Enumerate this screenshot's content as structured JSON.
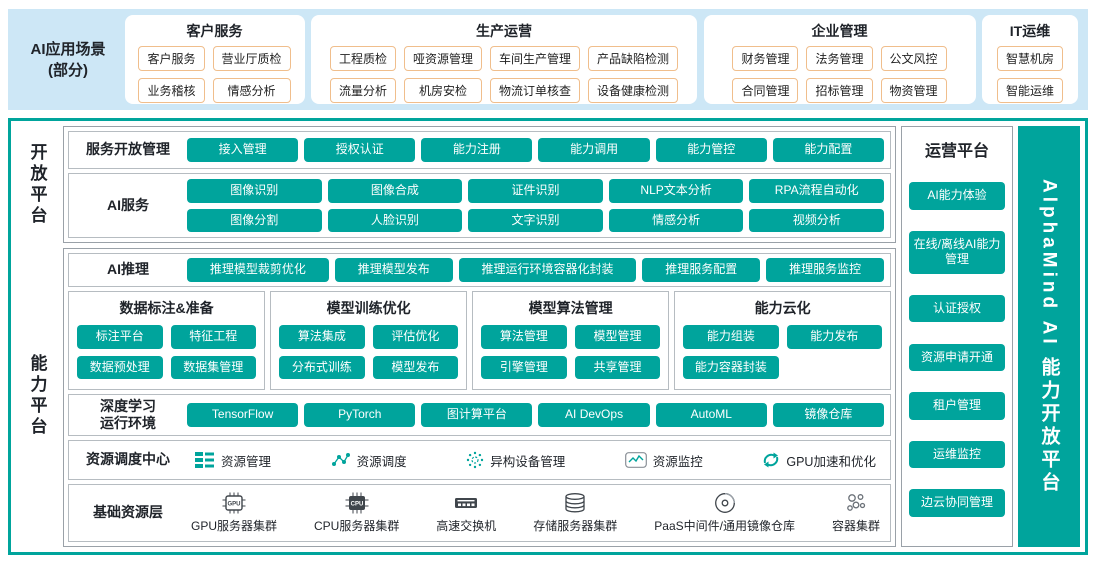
{
  "colors": {
    "teal": "#00a49c",
    "top_panel_bg": "#cde7f6",
    "top_button_border": "#f0be8c"
  },
  "top": {
    "title": "AI应用场景\n(部分)",
    "groups": [
      {
        "title": "客户服务",
        "items": [
          "客户服务",
          "营业厅质检",
          "业务稽核",
          "情感分析"
        ]
      },
      {
        "title": "生产运营",
        "items": [
          "工程质检",
          "哑资源管理",
          "车间生产管理",
          "产品缺陷检测",
          "流量分析",
          "机房安检",
          "物流订单核查",
          "设备健康检测"
        ]
      },
      {
        "title": "企业管理",
        "items": [
          "财务管理",
          "法务管理",
          "公文风控",
          "合同管理",
          "招标管理",
          "物资管理"
        ]
      },
      {
        "title": "IT运维",
        "items": [
          "智慧机房",
          "智能运维"
        ]
      }
    ]
  },
  "open_platform": {
    "side_label": "开放平台",
    "rows": [
      {
        "label": "服务开放管理",
        "buttons": [
          "接入管理",
          "授权认证",
          "能力注册",
          "能力调用",
          "能力管控",
          "能力配置"
        ]
      },
      {
        "label": "AI服务",
        "buttons": [
          "图像识别",
          "图像合成",
          "证件识别",
          "NLP文本分析",
          "RPA流程自动化",
          "图像分割",
          "人脸识别",
          "文字识别",
          "情感分析",
          "视频分析"
        ]
      }
    ]
  },
  "capability_platform": {
    "side_label": "能力平台",
    "ai_inference": {
      "label": "AI推理",
      "buttons": [
        "推理模型裁剪优化",
        "推理模型发布",
        "推理运行环境容器化封装",
        "推理服务配置",
        "推理服务监控"
      ]
    },
    "groups": [
      {
        "title": "数据标注&准备",
        "buttons": [
          "标注平台",
          "特征工程",
          "数据预处理",
          "数据集管理"
        ]
      },
      {
        "title": "模型训练优化",
        "buttons": [
          "算法集成",
          "评估优化",
          "分布式训练",
          "模型发布"
        ]
      },
      {
        "title": "模型算法管理",
        "buttons": [
          "算法管理",
          "模型管理",
          "引擎管理",
          "共享管理"
        ]
      },
      {
        "title": "能力云化",
        "buttons": [
          "能力组装",
          "能力发布",
          "能力容器封装"
        ]
      }
    ],
    "deep_learning": {
      "label": "深度学习\n运行环境",
      "buttons": [
        "TensorFlow",
        "PyTorch",
        "图计算平台",
        "AI DevOps",
        "AutoML",
        "镜像仓库"
      ]
    },
    "scheduling": {
      "label": "资源调度中心",
      "items": [
        {
          "label": "资源管理",
          "icon": "grid-list-icon"
        },
        {
          "label": "资源调度",
          "icon": "network-nodes-icon"
        },
        {
          "label": "异构设备管理",
          "icon": "dotted-gear-icon"
        },
        {
          "label": "资源监控",
          "icon": "monitor-chart-icon"
        },
        {
          "label": "GPU加速和优化",
          "icon": "refresh-arrows-icon"
        }
      ]
    },
    "base_resources": {
      "label": "基础资源层",
      "items": [
        {
          "label": "GPU服务器集群",
          "icon": "gpu-chip-icon"
        },
        {
          "label": "CPU服务器集群",
          "icon": "cpu-chip-icon"
        },
        {
          "label": "高速交换机",
          "icon": "switch-icon"
        },
        {
          "label": "存储服务器集群",
          "icon": "storage-icon"
        },
        {
          "label": "PaaS中间件/通用镜像仓库",
          "icon": "disc-icon"
        },
        {
          "label": "容器集群",
          "icon": "containers-icon"
        }
      ]
    }
  },
  "operations": {
    "title": "运营平台",
    "buttons": [
      "AI能力体验",
      "在线/离线AI能力管理",
      "认证授权",
      "资源申请开通",
      "租户管理",
      "运维监控",
      "边云协同管理"
    ]
  },
  "brand_bar": {
    "label": "AlphaMind AI 能力开放平台"
  }
}
